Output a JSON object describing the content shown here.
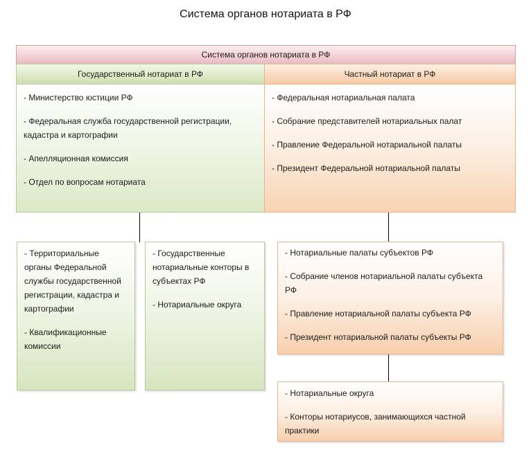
{
  "title": "Система органов нотариата в РФ",
  "top_header": "Система органов нотариата в РФ",
  "columns": {
    "state": {
      "header": "Государственный нотариат в РФ",
      "items": [
        "- Министерство юстиции РФ",
        "- Федеральная служба государственной регистрации, кадастра и картографии",
        "- Апелляционная комиссия",
        "- Отдел по вопросам нотариата"
      ]
    },
    "private": {
      "header": "Частный нотариат в РФ",
      "items": [
        "- Федеральная нотариальная палата",
        "- Собрание представителей нотариальных палат",
        "- Правление Федеральной нотариальной палаты",
        "- Президент Федеральной нотариальной палаты"
      ]
    }
  },
  "state_sub": {
    "left_items": [
      "- Территориальные органы Федеральной службы государственной регистрации, кадастра и картографии",
      "- Квалификационные комиссии"
    ],
    "right_items": [
      "- Государственные нотариальные конторы в субъектах РФ",
      "- Нотариальные округа"
    ]
  },
  "private_sub": {
    "regional_items": [
      "- Нотариальные палаты субъектов РФ",
      "- Собрание членов нотариальной палаты субъекта РФ",
      "- Правление нотариальной палаты субъекта РФ",
      "- Президент нотариальной палаты субъекты РФ"
    ],
    "district_items": [
      "- Нотариальные округа",
      "- Конторы нотариусов, занимающихся частной практики"
    ]
  }
}
